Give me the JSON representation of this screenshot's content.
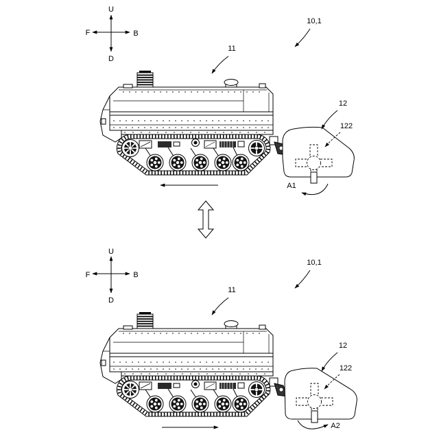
{
  "figure": {
    "colors": {
      "line": "#000000",
      "background": "#ffffff"
    },
    "panels": [
      {
        "compass": {
          "up": "U",
          "down": "D",
          "front": "F",
          "back": "B"
        },
        "system_label": "10,1",
        "vehicle_label": "11",
        "attachment_label": "12",
        "attachment_part_label": "122",
        "rotation_label": "A1"
      },
      {
        "compass": {
          "up": "U",
          "down": "D",
          "front": "F",
          "back": "B"
        },
        "system_label": "10,1",
        "vehicle_label": "11",
        "attachment_label": "12",
        "attachment_part_label": "122",
        "rotation_label": "A2"
      }
    ]
  }
}
